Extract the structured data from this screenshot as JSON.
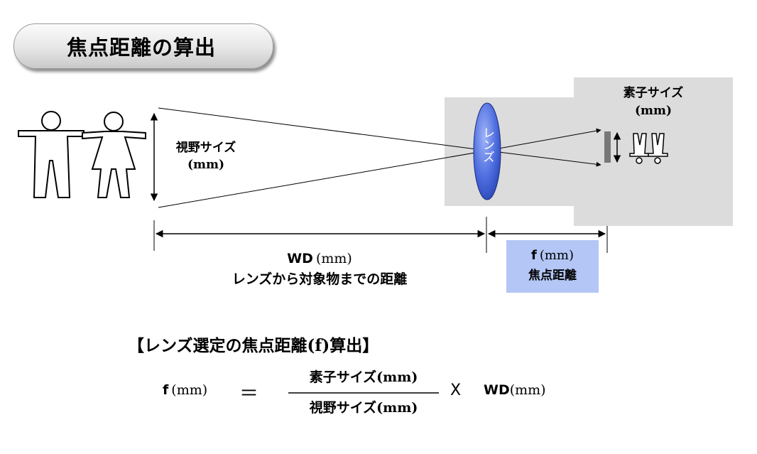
{
  "title": "焦点距離の算出",
  "diagram": {
    "lens_label": "レンズ",
    "fov_label": "視野サイズ",
    "fov_unit": "(mm)",
    "sensor_label": "素子サイズ",
    "sensor_unit": "(mm)",
    "wd_label": "WD",
    "wd_unit": "(mm)",
    "wd_desc": "レンズから対象物までの距離",
    "f_label": "f",
    "f_unit": "(mm)",
    "f_desc": "焦点距離"
  },
  "formula": {
    "heading": "【レンズ選定の焦点距離(f)算出】",
    "lhs": "f",
    "lhs_unit": "(mm)",
    "equals": "＝",
    "numerator": "素子サイズ(mm)",
    "denominator": "視野サイズ(mm)",
    "times": "X",
    "rhs": "WD",
    "rhs_unit": "(mm)"
  },
  "colors": {
    "lens": "#4f6fe0",
    "camera_body": "#dcdcdc",
    "sensor": "#777777",
    "f_box": "#b3c6f5"
  }
}
